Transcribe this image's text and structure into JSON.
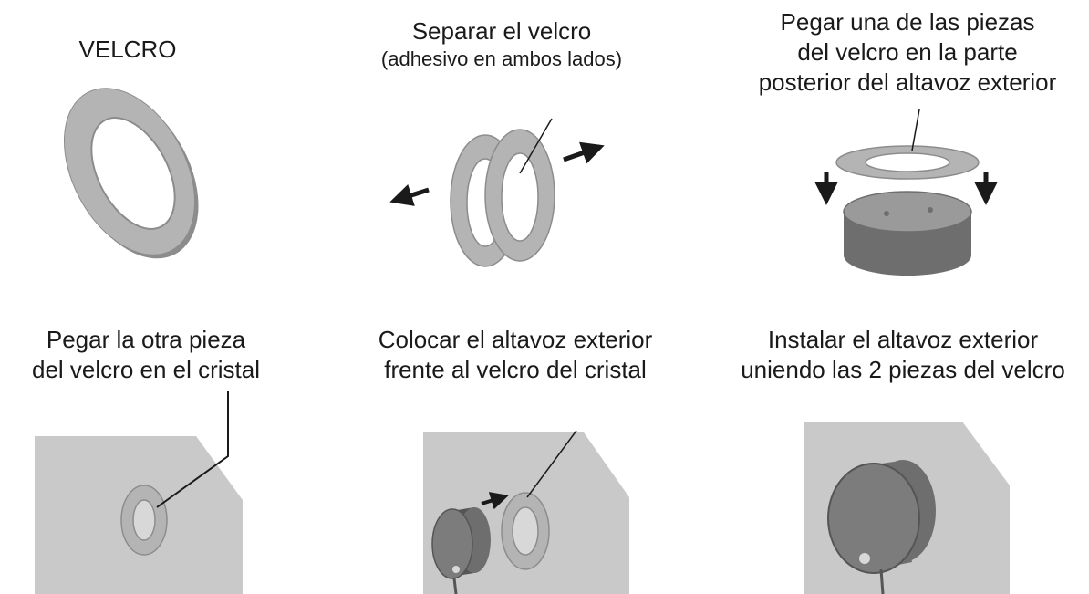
{
  "steps": [
    {
      "lines": [
        "VELCRO"
      ]
    },
    {
      "lines": [
        "Separar el velcro",
        "(adhesivo en ambos lados)"
      ]
    },
    {
      "lines": [
        "Pegar una de las piezas",
        "del velcro en la parte",
        "posterior del altavoz exterior"
      ]
    },
    {
      "lines": [
        "Pegar la otra pieza",
        "del velcro en el cristal"
      ]
    },
    {
      "lines": [
        "Colocar el altavoz exterior",
        "frente al velcro del cristal"
      ]
    },
    {
      "lines": [
        "Instalar el altavoz exterior",
        "uniendo las 2 piezas del velcro"
      ]
    }
  ],
  "colors": {
    "ring": "#b4b4b4",
    "ring_edge": "#8c8c8c",
    "glass": "#c9c9c9",
    "speaker": "#6e6e6e",
    "arrow": "#1a1a1a"
  }
}
